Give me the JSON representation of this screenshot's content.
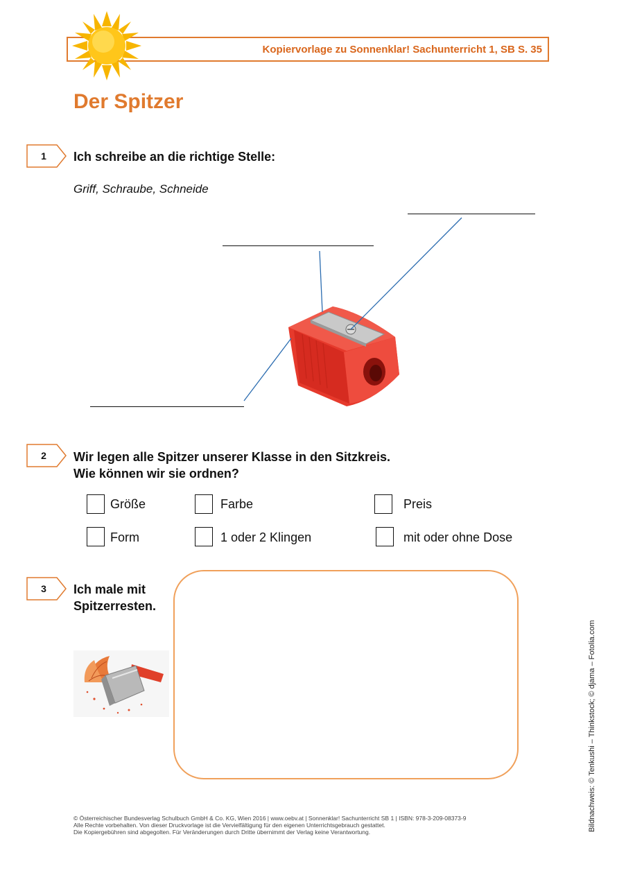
{
  "header": {
    "title": "Kopiervorlage zu Sonnenklar! Sachunterricht 1, SB S. 35"
  },
  "page_title": "Der Spitzer",
  "task1": {
    "number": "1",
    "instruction": "Ich schreibe an die richtige Stelle:",
    "word_list": "Griff, Schraube, Schneide"
  },
  "task2": {
    "number": "2",
    "line1": "Wir legen alle Spitzer unserer Klasse in den Sitzkreis.",
    "line2": "Wie können wir sie ordnen?",
    "options": [
      "Größe",
      "Farbe",
      "Preis",
      "Form",
      "1 oder 2 Klingen",
      "mit oder ohne Dose"
    ]
  },
  "task3": {
    "number": "3",
    "line1": "Ich male mit",
    "line2": "Spitzerresten."
  },
  "footer": {
    "line1": "© Österreichischer Bundesverlag Schulbuch GmbH & Co. KG, Wien 2016 | www.oebv.at | Sonnenklar! Sachunterricht SB 1 | ISBN: 978-3-209-08373-9",
    "line2": "Alle Rechte vorbehalten. Von dieser Druckvorlage ist die Vervielfältigung für den eigenen Unterrichtsgebrauch gestattet.",
    "line3": "Die Kopiergebühren sind abgegolten. Für Veränderungen durch Dritte übernimmt der Verlag keine Verantwortung."
  },
  "credit": "Bildnachweis: © Tenkushi – Thinkstock; © djama – Fotolia.com",
  "colors": {
    "accent": "#e07a2e",
    "header_text": "#d9661c",
    "leader_line": "#2b6cb0",
    "sharpener": "#e8322a"
  }
}
